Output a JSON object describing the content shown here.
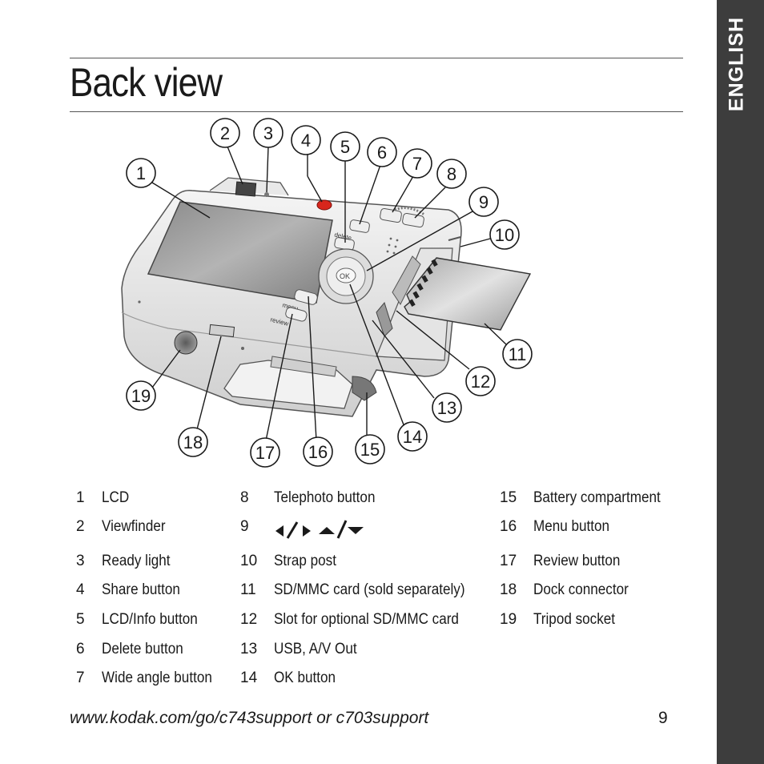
{
  "side_tab": {
    "label": "ENGLISH"
  },
  "title": "Back view",
  "callouts": [
    "1",
    "2",
    "3",
    "4",
    "5",
    "6",
    "7",
    "8",
    "9",
    "10",
    "11",
    "12",
    "13",
    "14",
    "15",
    "16",
    "17",
    "18",
    "19"
  ],
  "camera_labels": {
    "delete": "delete",
    "menu": "menu",
    "review": "review",
    "ok": "OK"
  },
  "legend": {
    "col1": [
      {
        "num": "1",
        "label": "LCD"
      },
      {
        "num": "2",
        "label": "Viewfinder"
      },
      {
        "num": "3",
        "label": "Ready light"
      },
      {
        "num": "4",
        "label": "Share button"
      },
      {
        "num": "5",
        "label": "LCD/Info button"
      },
      {
        "num": "6",
        "label": "Delete button"
      },
      {
        "num": "7",
        "label": "Wide angle button"
      }
    ],
    "col2": [
      {
        "num": "8",
        "label": "Telephoto button"
      },
      {
        "num": "9",
        "label": ""
      },
      {
        "num": "10",
        "label": "Strap post"
      },
      {
        "num": "11",
        "label": "SD/MMC card (sold separately)"
      },
      {
        "num": "12",
        "label": "Slot for optional SD/MMC card"
      },
      {
        "num": "13",
        "label": "USB, A/V Out"
      },
      {
        "num": "14",
        "label": "OK button"
      }
    ],
    "col3": [
      {
        "num": "15",
        "label": "Battery compartment"
      },
      {
        "num": "16",
        "label": "Menu button"
      },
      {
        "num": "17",
        "label": "Review button"
      },
      {
        "num": "18",
        "label": "Dock connector"
      },
      {
        "num": "19",
        "label": "Tripod socket"
      }
    ]
  },
  "icons": {
    "item9": [
      "arrow-left-right-icon",
      "arrow-up-down-icon"
    ]
  },
  "footer": {
    "url": "www.kodak.com/go/c743support or c703support",
    "page_number": "9"
  },
  "colors": {
    "side_tab": "#3d3d3d",
    "share_button": "#d8261c"
  }
}
